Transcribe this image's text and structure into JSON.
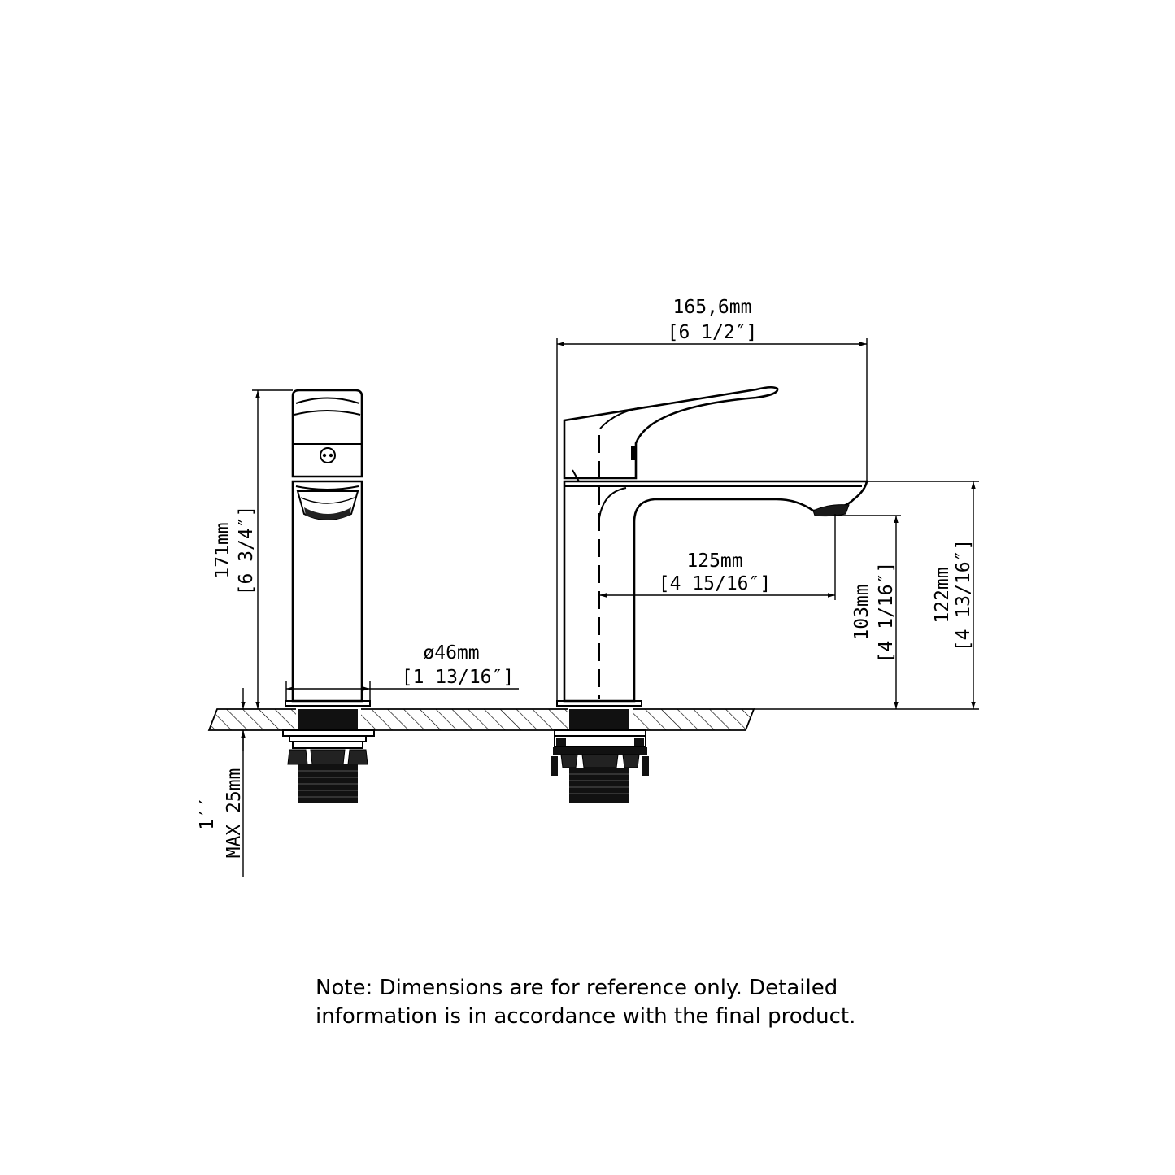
{
  "dimensions": {
    "overall_length": {
      "metric": "165,6mm",
      "imperial": "[6 1/2″]"
    },
    "spout_reach": {
      "metric": "125mm",
      "imperial": "[4 15/16″]"
    },
    "spout_height": {
      "metric": "103mm",
      "imperial": "[4 1/16″]"
    },
    "body_height": {
      "metric": "122mm",
      "imperial": "[4 13/16″]"
    },
    "total_height": {
      "metric": "171mm",
      "imperial": "[6 3/4″]"
    },
    "base_diameter": {
      "metric": "ø46mm",
      "imperial": "[1 13/16″]"
    },
    "deck_thickness": {
      "metric": "MAX 25mm",
      "imperial": "1′′"
    }
  },
  "note": {
    "line1": "Note: Dimensions are for reference only. Detailed",
    "line2": "information is in accordance with the final product."
  }
}
